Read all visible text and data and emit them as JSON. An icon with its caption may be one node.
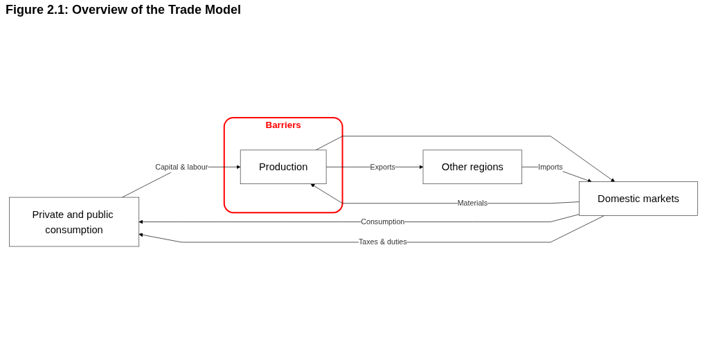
{
  "diagram": {
    "title": "Figure 2.1: Overview of the Trade Model",
    "nodes": [
      {
        "text": [
          "Private and public consumption"
        ]
      },
      {
        "text": [
          "Domestic markets"
        ]
      },
      {
        "text": [
          "Barriers"
        ]
      },
      {
        "text": [
          "Production"
        ],
        "in": 2
      },
      {
        "text": [
          "Other regions"
        ]
      }
    ],
    "edges": [
      {
        "from": 1,
        "to": 0,
        "arrow": "to",
        "label": "Consumption"
      },
      {
        "from": 1,
        "to": 0,
        "arrow": "to",
        "label": "Taxes & duties"
      },
      {
        "from": 1,
        "to": 3,
        "arrow": "to",
        "label": "Materials"
      },
      {
        "from": 0,
        "to": 3,
        "arrow": "to",
        "label": "Capital & labour"
      },
      {
        "from": 3,
        "to": 1,
        "arrow": "to"
      },
      {
        "from": 4,
        "to": 1,
        "arrow": "to",
        "label": "Imports"
      },
      {
        "from": 3,
        "to": 4,
        "arrow": "to",
        "label": "Exports"
      }
    ]
  }
}
